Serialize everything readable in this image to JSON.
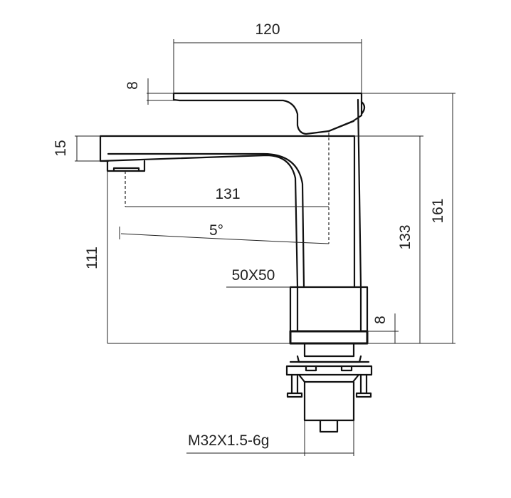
{
  "dimensions": {
    "handle_length": "120",
    "handle_thickness": "8",
    "spout_thickness": "15",
    "spout_reach": "131",
    "handle_angle": "5°",
    "spout_height": "111",
    "body_height": "133",
    "total_height": "161",
    "base_size": "50X50",
    "base_thickness": "8",
    "thread": "M32X1.5-6g"
  }
}
